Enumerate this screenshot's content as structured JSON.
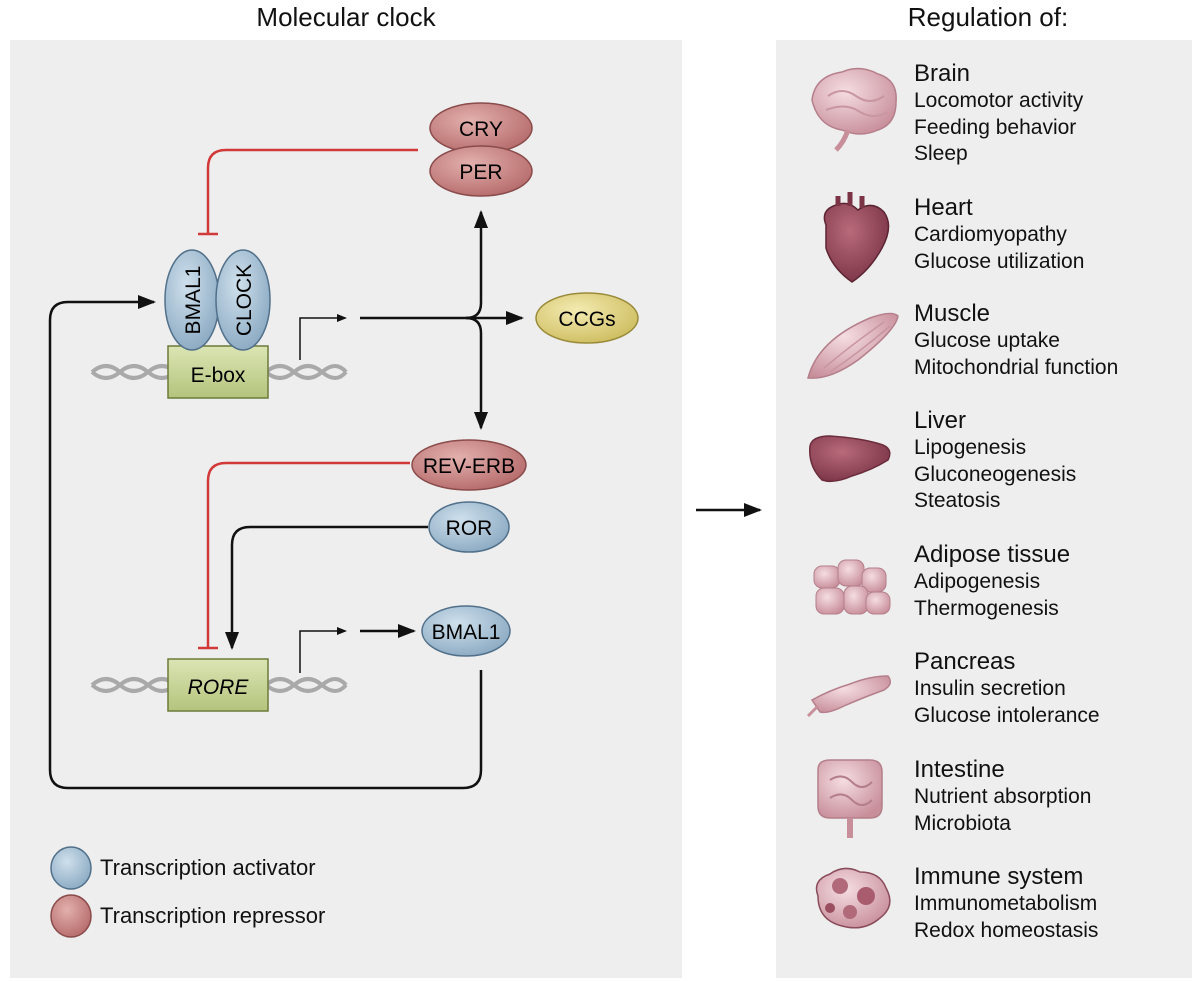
{
  "left_panel": {
    "title": "Molecular clock",
    "nodes": {
      "cry": "CRY",
      "per": "PER",
      "bmal1_top": "BMAL1",
      "clock": "CLOCK",
      "ebox": "E-box",
      "ccgs": "CCGs",
      "rev_erb": "REV-ERB",
      "ror": "ROR",
      "rore": "RORE",
      "bmal1_bottom": "BMAL1"
    },
    "legend": [
      {
        "label": "Transcription activator",
        "color": "#a9c2d6"
      },
      {
        "label": "Transcription repressor",
        "color": "#c98585"
      }
    ]
  },
  "right_panel": {
    "title": "Regulation of:",
    "organs": [
      {
        "name": "Brain",
        "icon": "brain-icon",
        "functions": [
          "Locomotor activity",
          "Feeding behavior",
          "Sleep"
        ]
      },
      {
        "name": "Heart",
        "icon": "heart-icon",
        "functions": [
          "Cardiomyopathy",
          "Glucose utilization"
        ]
      },
      {
        "name": "Muscle",
        "icon": "muscle-icon",
        "functions": [
          "Glucose uptake",
          "Mitochondrial function"
        ]
      },
      {
        "name": "Liver",
        "icon": "liver-icon",
        "functions": [
          "Lipogenesis",
          "Gluconeogenesis",
          "Steatosis"
        ]
      },
      {
        "name": "Adipose tissue",
        "icon": "adipose-icon",
        "functions": [
          "Adipogenesis",
          "Thermogenesis"
        ]
      },
      {
        "name": "Pancreas",
        "icon": "pancreas-icon",
        "functions": [
          "Insulin secretion",
          "Glucose intolerance"
        ]
      },
      {
        "name": "Intestine",
        "icon": "intestine-icon",
        "functions": [
          "Nutrient absorption",
          "Microbiota"
        ]
      },
      {
        "name": "Immune system",
        "icon": "immune-cells-icon",
        "functions": [
          "Immunometabolism",
          "Redox homeostasis"
        ]
      }
    ]
  },
  "colors": {
    "activator": "#a9c2d6",
    "repressor": "#c98585",
    "ccgs": "#e6d98a",
    "box": "#c9d79c",
    "inhibition_line": "#d23a3a",
    "panel_bg": "#eeeeee"
  }
}
